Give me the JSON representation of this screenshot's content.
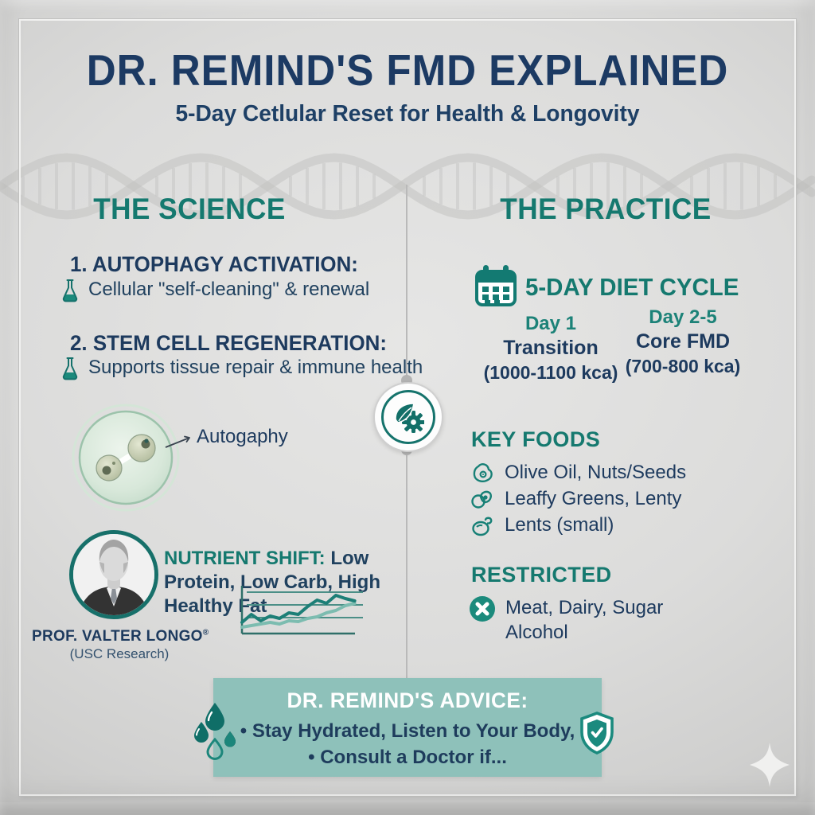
{
  "header": {
    "title": "DR. REMIND'S FMD EXPLAINED",
    "subtitle": "5-Day Cetlular Reset for Health & Longovity"
  },
  "science": {
    "heading": "THE SCIENCE",
    "items": [
      {
        "title": "1. AUTOPHAGY ACTIVATION:",
        "desc": "Cellular \"self-cleaning\" & renewal",
        "icon": "flask-icon"
      },
      {
        "title": "2. STEM CELL REGENERATION:",
        "desc": "Supports tissue repair & immune health",
        "icon": "flask-icon"
      }
    ],
    "cell_label": "Autogaphy",
    "expert": {
      "name": "PROF. VALTER LONGO",
      "mark": "®",
      "affiliation": "(USC Research)"
    },
    "nutrient_shift": {
      "label": "NUTRIENT SHIFT:",
      "text": " Low Protein, Low Carb, High Healthy Fat"
    }
  },
  "practice": {
    "heading": "THE PRACTICE",
    "diet_cycle_heading": "5-DAY DIET CYCLE",
    "phases": [
      {
        "day": "Day 1",
        "name": "Transition",
        "calories": "(1000-1100 kca)"
      },
      {
        "day": "Day 2-5",
        "name": "Core FMD",
        "calories": "(700-800 kca)"
      }
    ],
    "key_foods": {
      "heading": "KEY FOODS",
      "items": [
        "Olive Oil, Nuts/Seeds",
        "Leaffy Greens, Lenty",
        "Lents (small)"
      ],
      "icons": [
        "avocado-icon",
        "avocado-leaf-icon",
        "bean-icon"
      ]
    },
    "restricted": {
      "heading": "RESTRICTED",
      "lines": [
        "Meat, Dairy, Sugar",
        "Alcohol"
      ],
      "icon": "cross-circle-icon"
    }
  },
  "advice": {
    "heading": "DR. REMIND'S ADVICE:",
    "lines": [
      "• Stay Hydrated, Listen to Your Body,",
      "• Consult a Doctor if..."
    ],
    "left_icon": "water-droplets-icon",
    "right_icon": "shield-check-icon"
  },
  "decor": {
    "watermark": "dna-helix",
    "center_badge": "leaf-gear-icon",
    "corner": "sparkle-icon"
  },
  "colors": {
    "navy": "#1d3a5e",
    "teal": "#15796f",
    "icon_teal": "#137a72",
    "advice_bg": "#8ec1ba",
    "background": "#dcdcdb"
  },
  "chart_data": {
    "type": "line",
    "title": "",
    "xlabel": "",
    "ylabel": "",
    "axis_labels_visible": false,
    "gridlines": 3,
    "note": "decorative unlabeled trend chart, values estimated from pixels",
    "colors": [
      "#1d7f77",
      "#7cbcb0"
    ],
    "series": [
      {
        "name": "dark-teal-line",
        "values": [
          14,
          24,
          16,
          22,
          19,
          26,
          24,
          34,
          42,
          38,
          48,
          44,
          41
        ]
      },
      {
        "name": "light-teal-line",
        "values": [
          8,
          10,
          12,
          14,
          12,
          16,
          15,
          19,
          21,
          26,
          29,
          35,
          38
        ]
      }
    ]
  }
}
